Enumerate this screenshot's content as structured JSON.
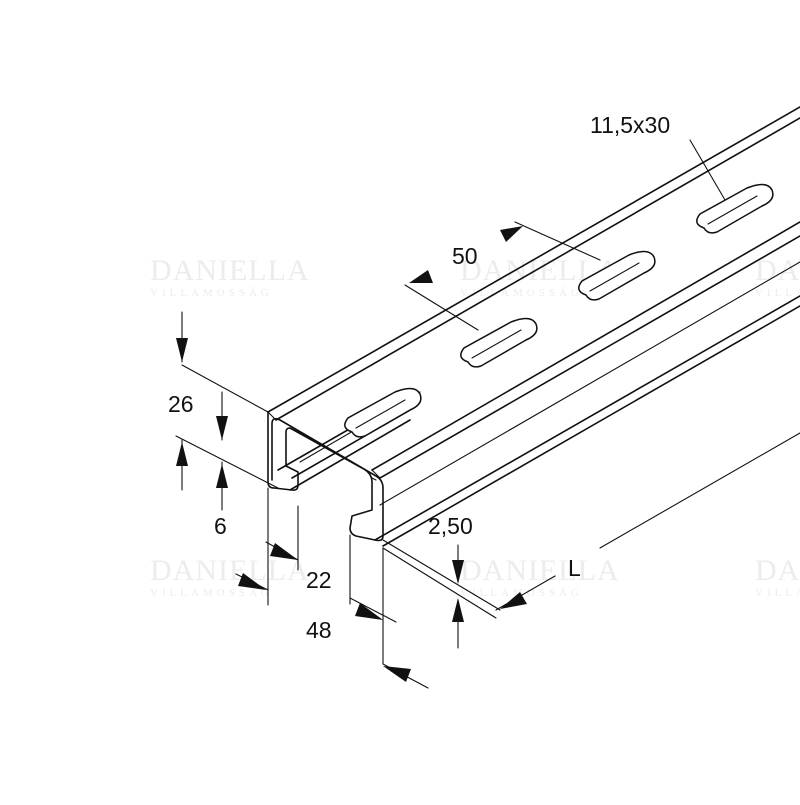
{
  "watermark": {
    "brand": "DANIELLA",
    "sub": "VILLAMOSSÁG"
  },
  "dimensions": {
    "slot_size": "11,5x30",
    "slot_pitch": "50",
    "height": "26",
    "lip_height": "6",
    "opening": "22",
    "width": "48",
    "thickness": "2,50",
    "length": "L"
  }
}
